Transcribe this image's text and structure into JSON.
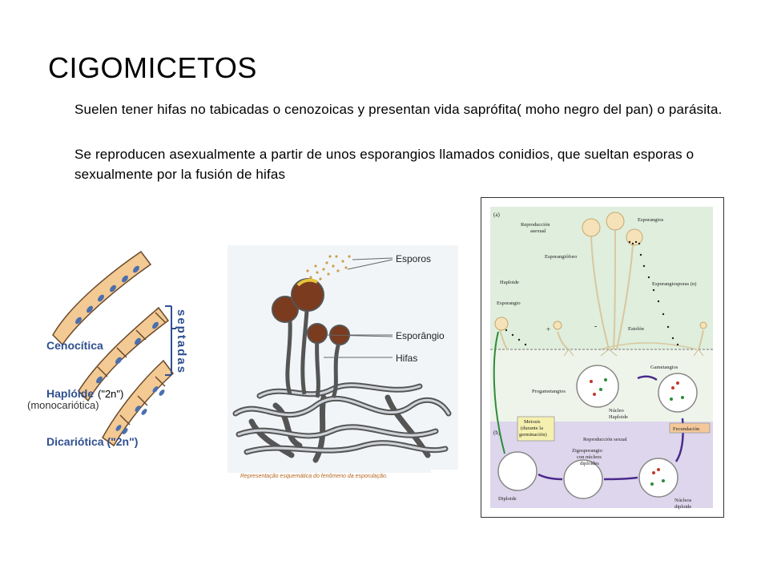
{
  "slide": {
    "title": "CIGOMICETOS",
    "paragraphs": [
      "Suelen tener hifas no tabicadas o cenozoicas y presentan vida saprófita( moho negro del pan) o parásita.",
      "Se reproducen asexualmente a partir de unos esporangios llamados conidios, que sueltan esporas o sexualmente por la fusión de hifas"
    ]
  },
  "figure_hyphae": {
    "septadas": "septadas",
    "cenocitica": "Cenocítica",
    "haploide": "Haplóide",
    "haploide_2n": "(\"2n\")",
    "monocariotica": "(monocariótica)",
    "dicariotica": "Dicariótica (\"2n\")"
  },
  "figure_sporulation": {
    "esporos": "Esporos",
    "esporangio": "Esporângio",
    "hifas": "Hifas",
    "caption": "Representação esquemática do fenômeno da esporulação."
  },
  "figure_lifecycle": {
    "panel_a": "(a)",
    "panel_b": "(b)",
    "repro_asexual_1": "Reproducción",
    "repro_asexual_2": "asexual",
    "esporangios": "Esporangios",
    "esporangioforo": "Esporangióforo",
    "esporangiosporas": "Esporangiosporas (n)",
    "haploide": "Haploide",
    "esporangio": "Esporangio",
    "estolon": "Estolón",
    "plus": "+",
    "minus": "-",
    "gametangios": "Gametangios",
    "progametangios": "Progametangios",
    "nucleo_1": "Núcleo",
    "nucleo_2": "Haploide",
    "meiosis_1": "Meiosis",
    "meiosis_2": "(durante la",
    "meiosis_3": "germinación)",
    "fecundacion": "Fecundación",
    "repro_sexual": "Reproducción sexual",
    "zigo_1": "Zigosporangio",
    "zigo_2": "con núcleos",
    "zigo_3": "diploides",
    "diploide": "Diploide",
    "nucleos_1": "Núcleos",
    "nucleos_2": "diploide"
  },
  "colors": {
    "hypha_fill": "#f3c994",
    "nucleus": "#4a6fae",
    "label_blue": "#2f4f8f",
    "sporangium": "#7a3b1e",
    "diagram_green": "#dfeedd",
    "diagram_purple": "#ddd6ec",
    "arrow_purple": "#4b2a8c"
  }
}
